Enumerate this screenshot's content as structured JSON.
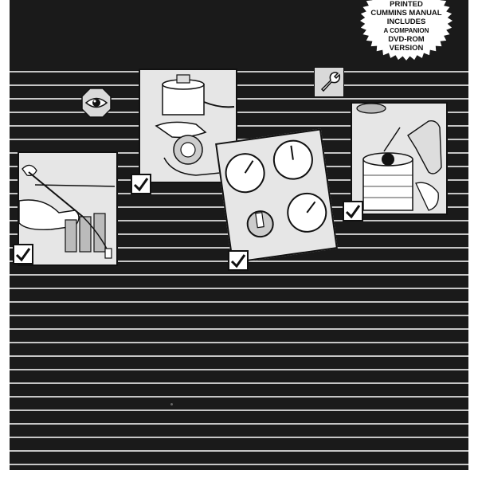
{
  "seal": {
    "line1": "PRINTED",
    "line2": "CUMMINS MANUAL",
    "line3": "INCLUDES",
    "line4": "A COMPANION",
    "line5": "DVD-ROM",
    "line6": "VERSION"
  },
  "icons": {
    "eye": "eye-icon",
    "wrench": "wrench-icon",
    "check": "checkmark-icon"
  },
  "colors": {
    "background": "#1a1a1a",
    "stripe": "#ffffff",
    "panel": "#e6e6e6",
    "seal": "#ffffff"
  }
}
